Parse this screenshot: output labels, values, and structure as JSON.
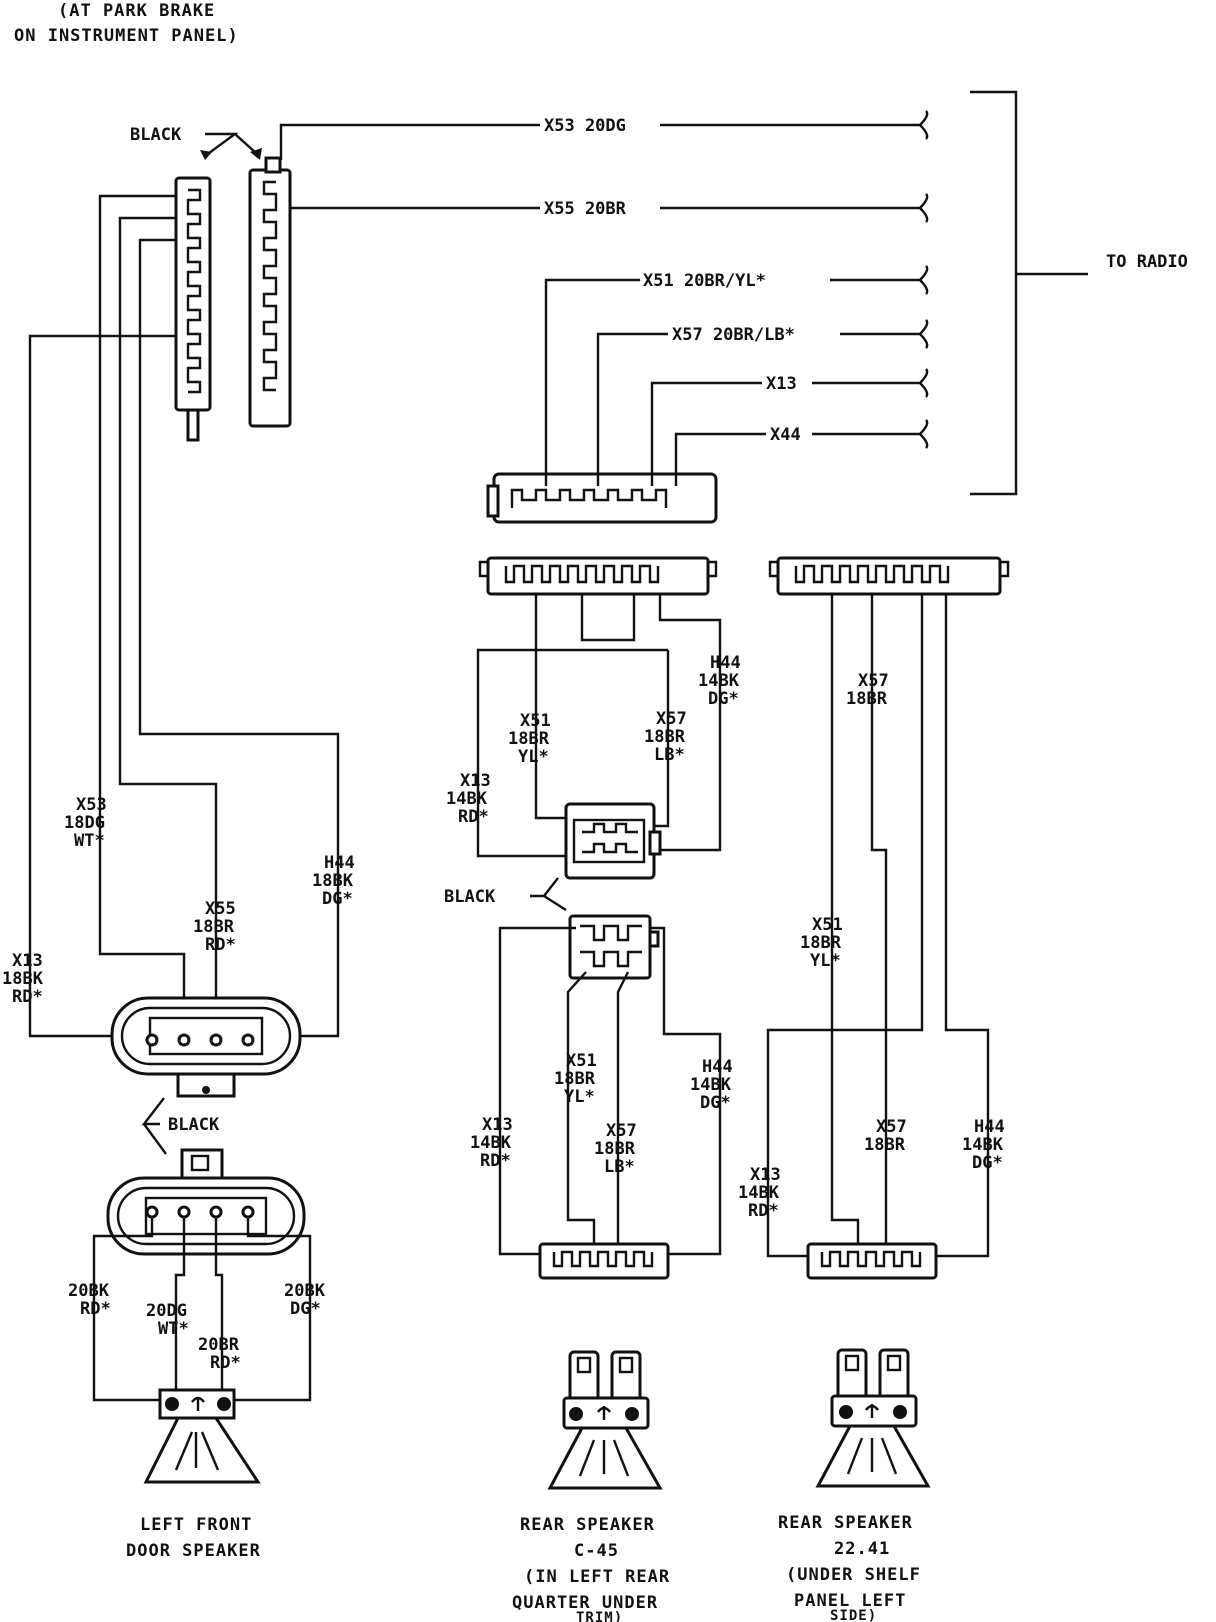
{
  "top_note": [
    "(AT PARK BRAKE",
    "ON INSTRUMENT PANEL)"
  ],
  "labels": {
    "black": "BLACK",
    "to_radio": "TO RADIO"
  },
  "radio_wires": [
    "X53 20DG",
    "X55 20BR",
    "X51 20BR/YL*",
    "X57 20BR/LB*",
    "X13",
    "X44"
  ],
  "left_wires": {
    "x53": [
      "X53",
      "18DG",
      "WT*"
    ],
    "x55": [
      "X55",
      "18BR",
      "RD*"
    ],
    "x13": [
      "X13",
      "18BK",
      "RD*"
    ],
    "h44": [
      "H44",
      "18BK",
      "DG*"
    ]
  },
  "speaker_wires": {
    "bk_rd": [
      "20BK",
      "RD*"
    ],
    "dg_wt": [
      "20DG",
      "WT*"
    ],
    "br_rd": [
      "20BR",
      "RD*"
    ],
    "bk_dg": [
      "20BK",
      "DG*"
    ]
  },
  "mid_upper_wires": {
    "x51": [
      "X51",
      "18BR",
      "YL*"
    ],
    "x57": [
      "X57",
      "18BR",
      "LB*"
    ],
    "x13": [
      "X13",
      "14BK",
      "RD*"
    ],
    "h44": [
      "H44",
      "14BK",
      "DG*"
    ]
  },
  "mid_lower_wires": {
    "x51": [
      "X51",
      "18BR",
      "YL*"
    ],
    "x57": [
      "X57",
      "18BR",
      "LB*"
    ],
    "x13": [
      "X13",
      "14BK",
      "RD*"
    ],
    "h44": [
      "H44",
      "14BK",
      "DG*"
    ]
  },
  "right_wires": {
    "x57_top": [
      "X57",
      "18BR"
    ],
    "x51": [
      "X51",
      "18BR",
      "YL*"
    ],
    "x13": [
      "X13",
      "14BK",
      "RD*"
    ],
    "x57_bottom": [
      "X57",
      "18BR"
    ],
    "h44": [
      "H44",
      "14BK",
      "DG*"
    ]
  },
  "captions": {
    "left_front": [
      "LEFT FRONT",
      "DOOR SPEAKER"
    ],
    "rear_c45": [
      "REAR SPEAKER",
      "C-45",
      "(IN LEFT REAR",
      "QUARTER UNDER",
      "TRIM)"
    ],
    "rear_2241": [
      "REAR SPEAKER",
      "22.41",
      "(UNDER SHELF",
      "PANEL LEFT",
      "SIDE)"
    ]
  }
}
